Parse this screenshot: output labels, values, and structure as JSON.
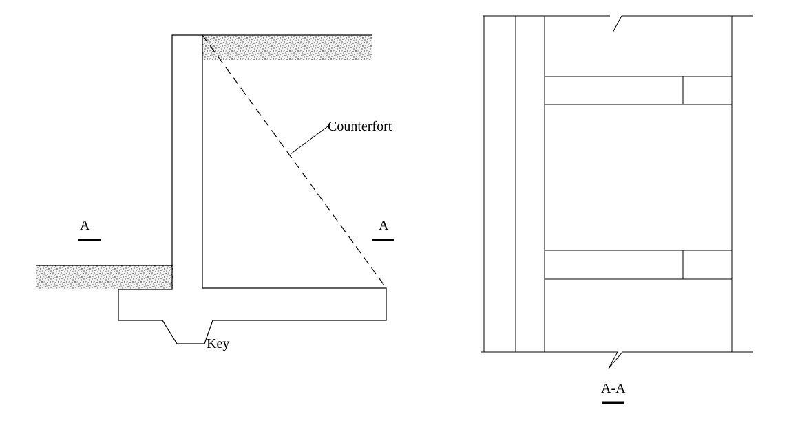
{
  "labels": {
    "counterfort": "Counterfort",
    "key": "Key",
    "section_mark_left": "A",
    "section_mark_right": "A",
    "section_title": "A-A"
  }
}
